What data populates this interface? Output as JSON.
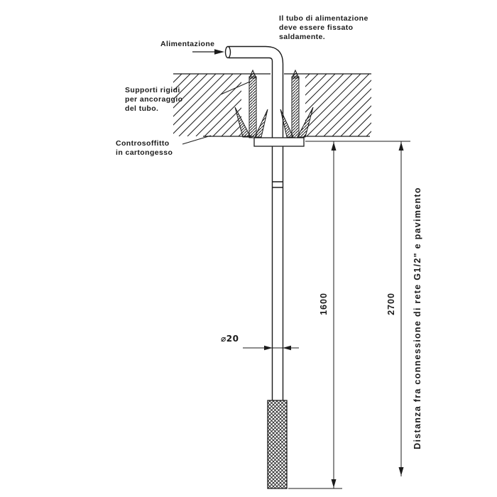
{
  "labels": {
    "note_top": "Il tubo di alimentazione\ndeve essere fissato\nsaldamente.",
    "alimentazione": "Alimentazione",
    "supporti": "Supporti rigidi\nper ancoraggio\ndel tubo.",
    "controsoffitto": "Controsoffitto\nin cartongesso",
    "distanza": "Distanza fra connessione di rete G1/2\" e pavimento"
  },
  "dimensions": {
    "pipe_length": "1600",
    "total_height": "2700",
    "diameter": "⌀20"
  },
  "colors": {
    "line": "#1b1b1b",
    "background": "#ffffff"
  }
}
